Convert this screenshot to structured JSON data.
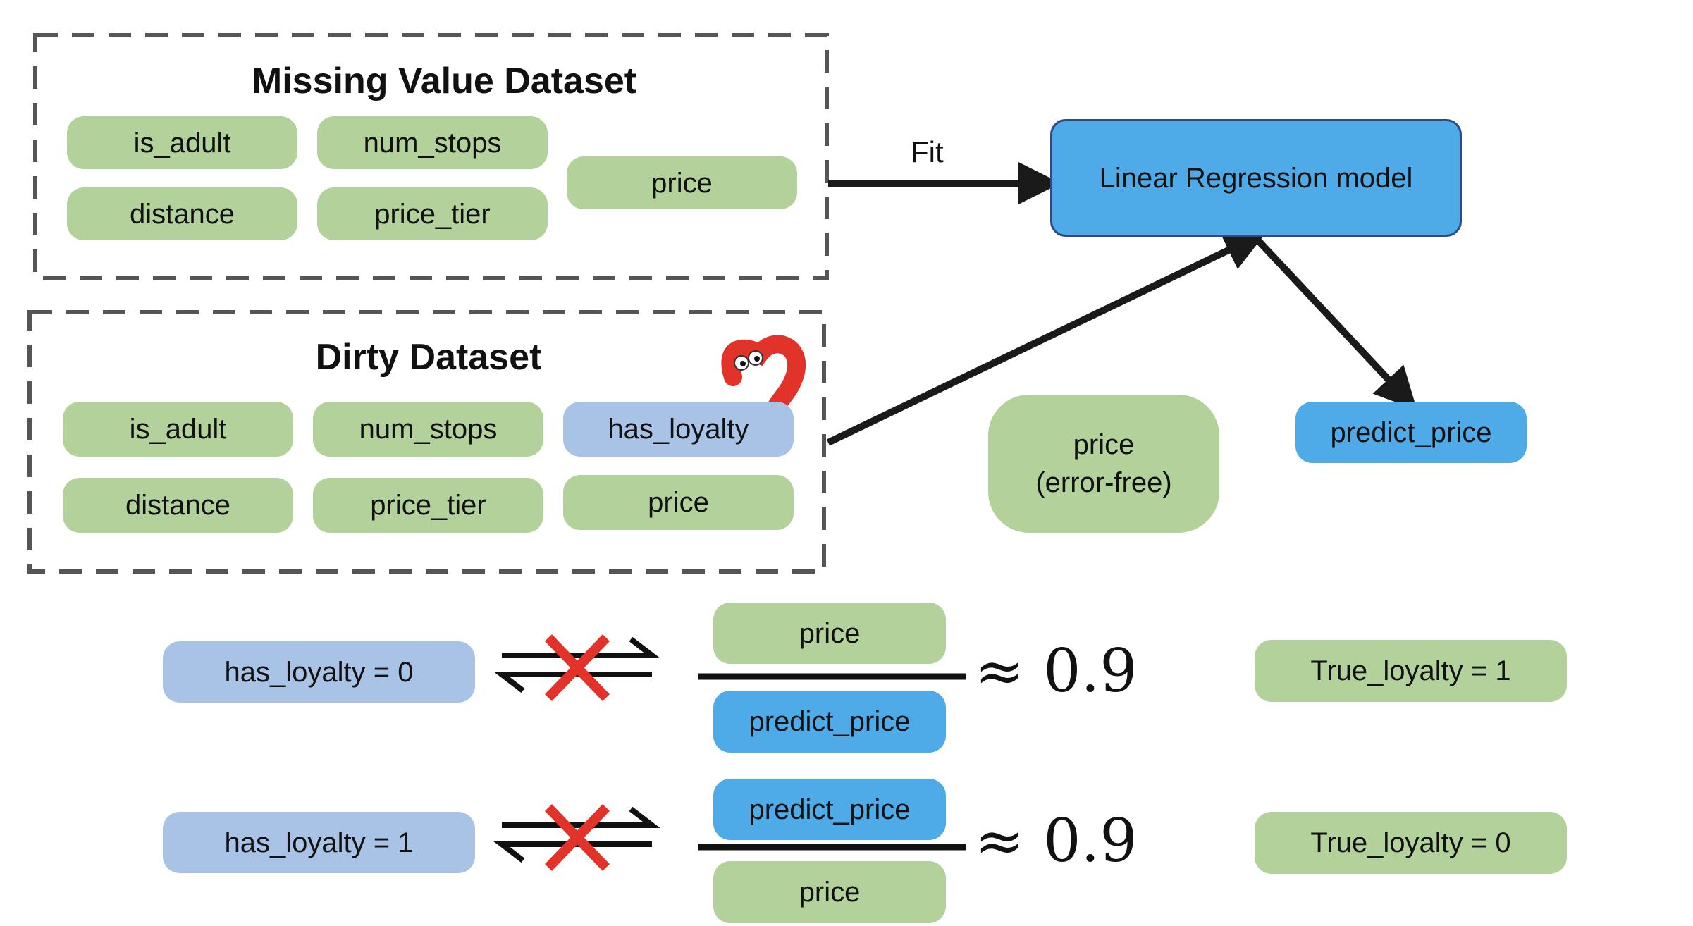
{
  "missing_dataset": {
    "title": "Missing Value Dataset",
    "features": [
      "is_adult",
      "num_stops",
      "distance",
      "price_tier"
    ],
    "target": "price"
  },
  "dirty_dataset": {
    "title": "Dirty Dataset",
    "features": [
      "is_adult",
      "num_stops",
      "has_loyalty",
      "distance",
      "price_tier",
      "price"
    ]
  },
  "model": {
    "label": "Linear Regression model",
    "fit_label": "Fit"
  },
  "outputs": {
    "predict": "predict_price",
    "price_error_free": "price\n(error-free)"
  },
  "rule1": {
    "condition": "has_loyalty = 0",
    "numerator": "price",
    "denominator": "predict_price",
    "approx": "≈ 0.9",
    "result": "True_loyalty = 1"
  },
  "rule2": {
    "condition": "has_loyalty = 1",
    "numerator": "predict_price",
    "denominator": "price",
    "approx": "≈ 0.9",
    "result": "True_loyalty = 0"
  },
  "colors": {
    "green": "#b3d19a",
    "light_blue": "#a8c3e6",
    "blue": "#4fabe8",
    "red": "#e2332b"
  },
  "icons": [
    "question-mark-icon",
    "not-equivalent-icon"
  ]
}
